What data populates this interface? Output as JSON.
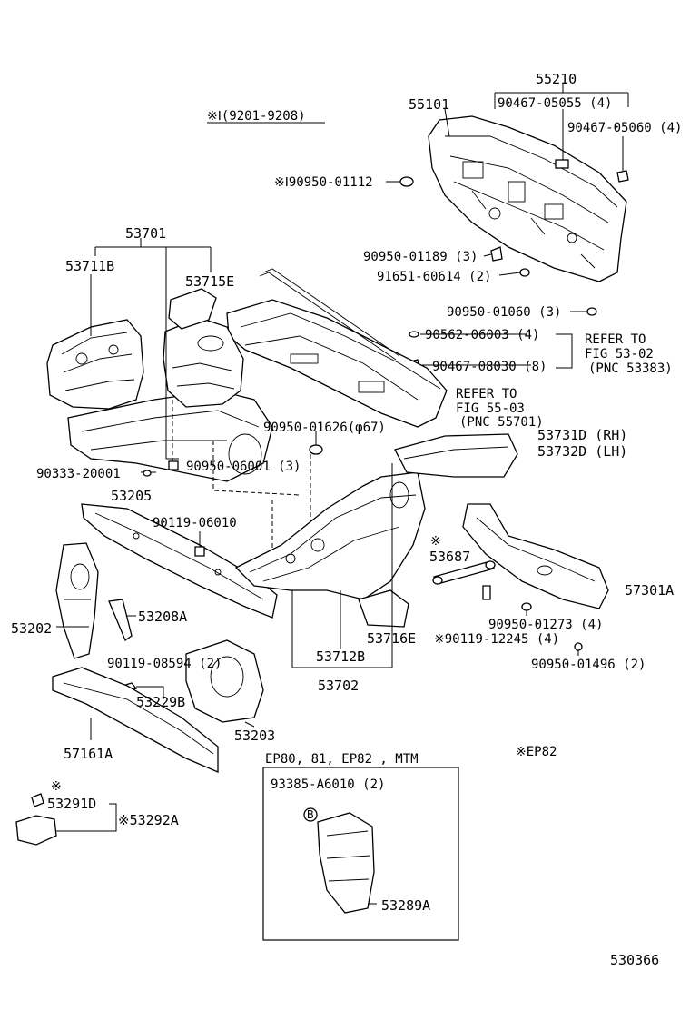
{
  "header": {
    "period_note": "※Ⅰ(9201-9208)"
  },
  "labels": {
    "p55210": "55210",
    "p55101": "55101",
    "p90467_05055": "90467-05055 (4)",
    "p90467_05060": "90467-05060 (4)",
    "p90950_01112": "※Ⅰ90950-01112",
    "p90950_01189": "90950-01189 (3)",
    "p91651_60614": "91651-60614 (2)",
    "p90950_01060": "90950-01060 (3)",
    "p53701": "53701",
    "p53711B": "53711B",
    "p53715E": "53715E",
    "p90562_06003": "90562-06003 (4)",
    "p90467_08030": "90467-08030 (8)",
    "refer1_l1": "REFER TO",
    "refer1_l2": "FIG 53-02",
    "refer1_l3": "(PNC 53383)",
    "refer2_l1": "REFER TO",
    "refer2_l2": "FIG 55-03",
    "refer2_l3": "(PNC 55701)",
    "p90950_01626": "90950-01626(φ67)",
    "p53731D": "53731D (RH)",
    "p53732D": "53732D (LH)",
    "p90333_20001": "90333-20001",
    "p90950_06001": "90950-06001 (3)",
    "p53205": "53205",
    "p90119_06010": "90119-06010",
    "p53687_mark": "※",
    "p53687": "53687",
    "p57301A": "57301A",
    "p53202": "53202",
    "p53208A": "53208A",
    "p90119_08594": "90119-08594 (2)",
    "p53229B": "53229B",
    "p90950_01273": "90950-01273 (4)",
    "p53716E": "53716E",
    "p90119_12245": "※90119-12245 (4)",
    "p90950_01496": "90950-01496 (2)",
    "p53712B": "53712B",
    "p53702": "53702",
    "p53203": "53203",
    "p57161A": "57161A",
    "p53291D_mark": "※",
    "p53291D": "53291D",
    "p53292A": "※53292A",
    "inset_title": "EP80, 81, EP82 , MTM",
    "p93385": "93385-A6010 (2)",
    "p53289A": "53289A",
    "ep82_note": "※EP82",
    "fig_number": "530366"
  }
}
